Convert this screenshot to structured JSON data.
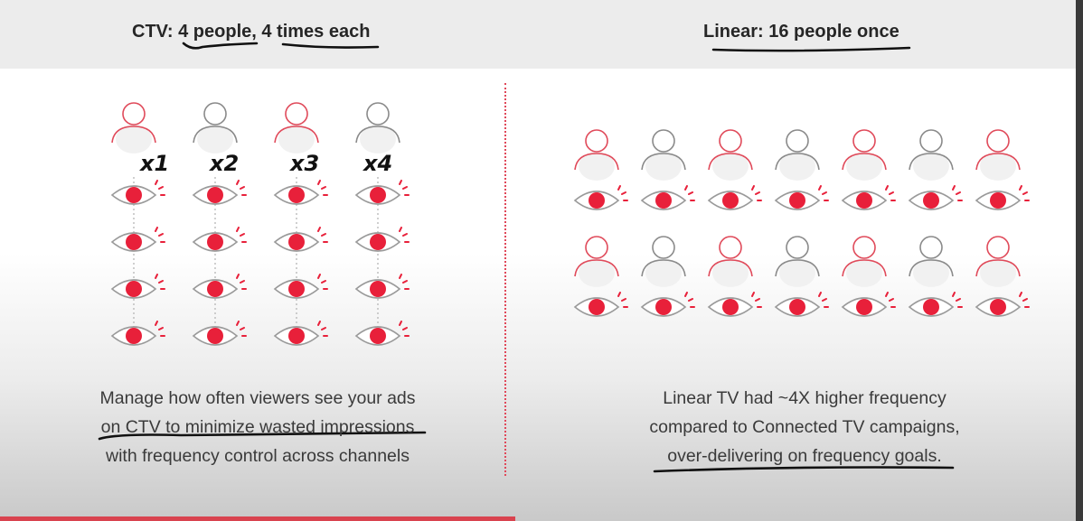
{
  "ctv": {
    "title": "CTV: 4 people, 4 times each",
    "counts": [
      "x1",
      "x2",
      "x3",
      "x4"
    ],
    "caption": [
      "Manage how often viewers see your ads",
      "on CTV to minimize wasted impressions",
      "with frequency control across channels"
    ]
  },
  "linear": {
    "title": "Linear: 16 people once",
    "caption": [
      "Linear TV had ~4X higher frequency",
      "compared to Connected TV campaigns,",
      "over-delivering on frequency goals."
    ]
  },
  "colors": {
    "accent": "#e8203a",
    "person_red": "#e04a5a",
    "person_gray": "#8a8a8a"
  }
}
